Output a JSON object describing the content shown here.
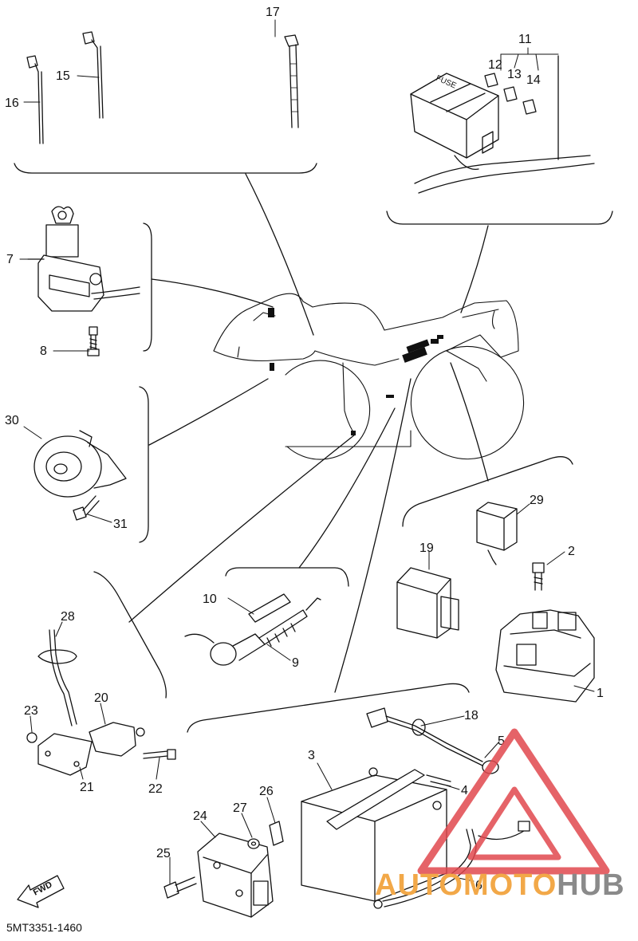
{
  "diagram": {
    "part_code": "5MT3351-1460",
    "fwd_label": "FWD",
    "fuse_label": "FUSE",
    "callouts": [
      "1",
      "2",
      "3",
      "4",
      "5",
      "6",
      "7",
      "8",
      "9",
      "10",
      "11",
      "12",
      "13",
      "14",
      "15",
      "16",
      "17",
      "18",
      "19",
      "20",
      "21",
      "22",
      "23",
      "24",
      "25",
      "26",
      "27",
      "28",
      "29",
      "30",
      "31"
    ]
  },
  "watermark": {
    "part1": "AUTO",
    "part2": "MOTO",
    "part3": "HUB",
    "colors": {
      "auto": "#f2a848",
      "hub": "#8a8a8a",
      "triangle": "#e0484d"
    }
  }
}
